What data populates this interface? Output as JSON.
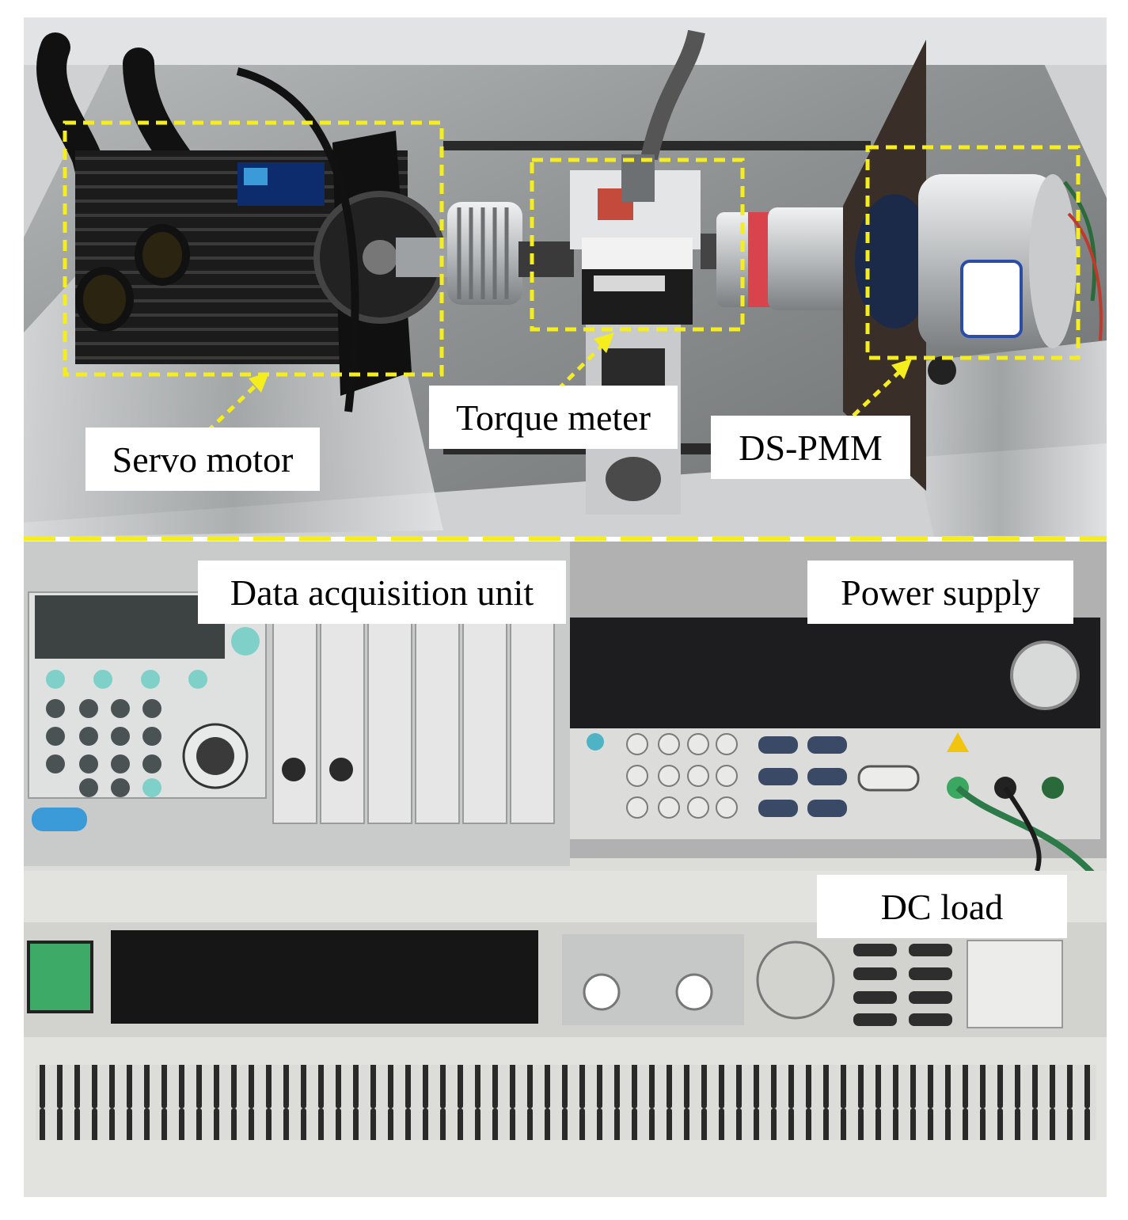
{
  "labels": {
    "servo_motor": "Servo motor",
    "torque_meter": "Torque meter",
    "ds_pmm": "DS-PMM",
    "data_acquisition_unit": "Data acquisition unit",
    "power_supply": "Power supply",
    "dc_load": "DC load"
  },
  "colors": {
    "annotation": "#f5ee1c",
    "separator": "#f5ee1c",
    "bench_gray": "#8a8c8c",
    "motor_black": "#1a1a1a",
    "label_bg": "#ffffff"
  }
}
